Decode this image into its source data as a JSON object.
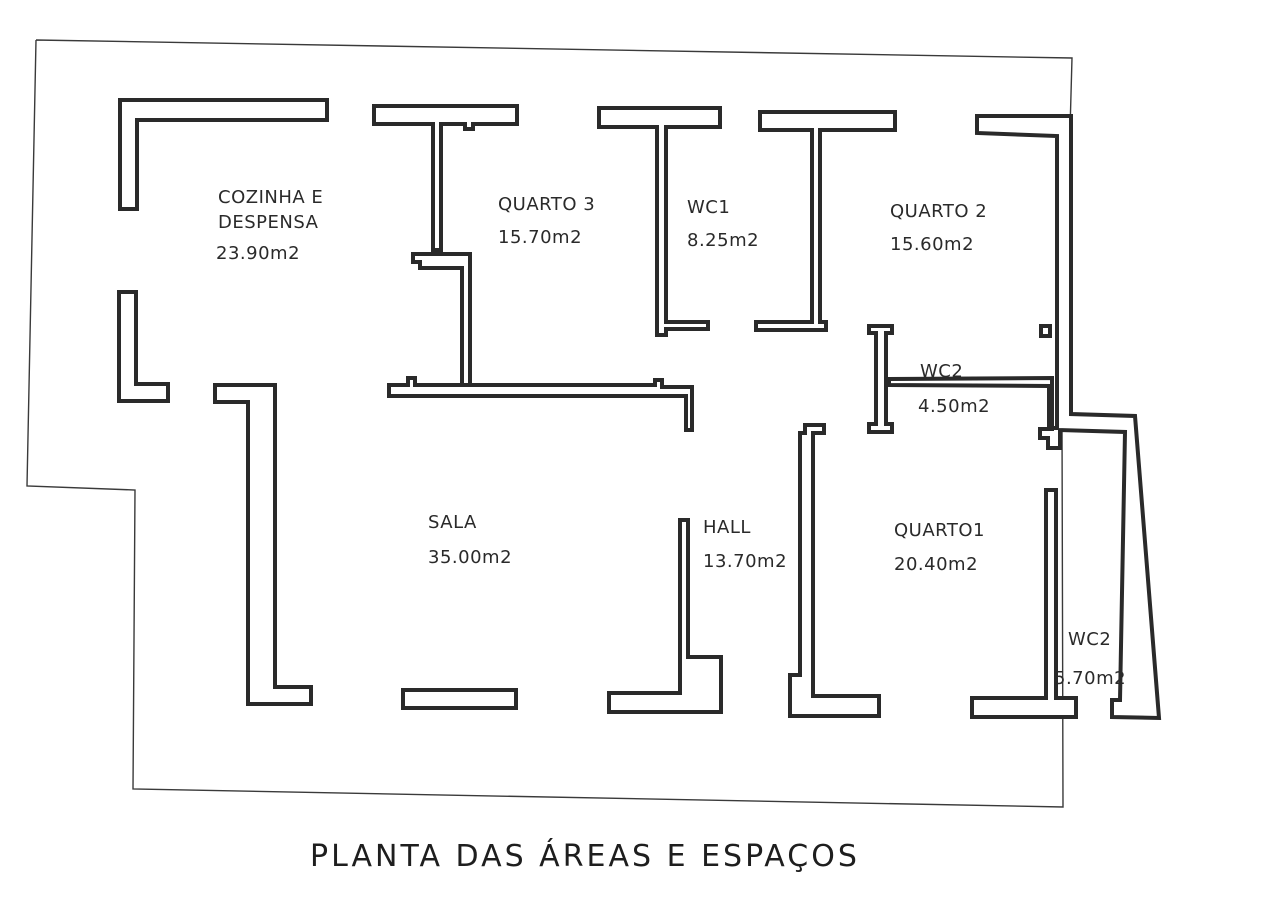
{
  "title": "PLANTA DAS ÁREAS E ESPAÇOS",
  "rooms": {
    "cozinha": {
      "name_line1": "COZINHA E",
      "name_line2": "DESPENSA",
      "area": "23.90m2"
    },
    "quarto3": {
      "name": "QUARTO 3",
      "area": "15.70m2"
    },
    "wc1": {
      "name": "WC1",
      "area": "8.25m2"
    },
    "quarto2": {
      "name": "QUARTO 2",
      "area": "15.60m2"
    },
    "wc2_upper": {
      "name": "WC2",
      "area": "4.50m2"
    },
    "sala": {
      "name": "SALA",
      "area": "35.00m2"
    },
    "hall": {
      "name": "HALL",
      "area": "13.70m2"
    },
    "quarto1": {
      "name": "QUARTO1",
      "area": "20.40m2"
    },
    "wc2_lower": {
      "name": "WC2",
      "area": "5.70m2"
    }
  }
}
